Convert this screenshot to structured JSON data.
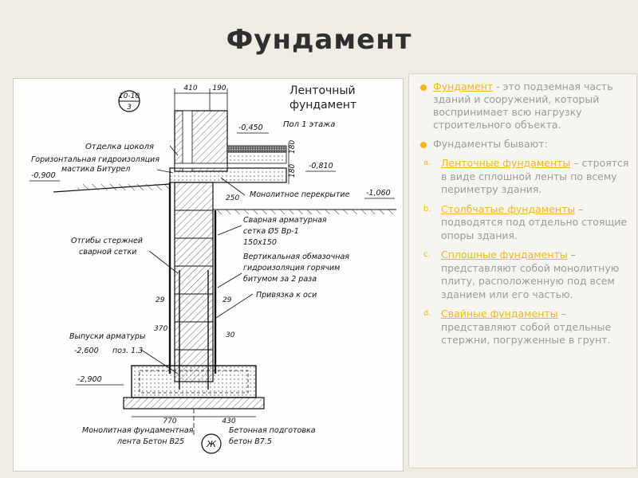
{
  "slide": {
    "title": "Фундамент"
  },
  "drawing": {
    "caption": [
      "Ленточный",
      "фундамент"
    ],
    "section_top": "10-10",
    "section_bottom": "3",
    "dims": {
      "w410": "410",
      "w190": "190",
      "h180a": "180",
      "h180b": "180",
      "h250": "250",
      "w29l": "29",
      "w29r": "29",
      "h370": "370",
      "h30": "30",
      "w770": "770",
      "w430": "430",
      "w150": "150x150"
    },
    "levels": {
      "l0450": "-0,450",
      "l0810": "-0,810",
      "l0900": "-0,900",
      "l1060": "-1,060",
      "l2600": "-2,600",
      "l2900": "-2,900"
    },
    "labels": {
      "floor": "Пол 1 этажа",
      "plinth": "Отделка цоколя",
      "hydro1": "Горизонтальная гидроизоляция",
      "hydro2": "мастика Битурел",
      "slab": "Монолитное перекрытие",
      "mesh1": "Сварная арматурная",
      "mesh2": "сетка Ø5 Вр-1",
      "bends1": "Отгибы стержней",
      "bends2": "сварной сетки",
      "vert1": "Вертикальная обмазочная",
      "vert2": "гидроизоляция горячим",
      "vert3": "битумом за 2 раза",
      "axis": "Привязка к оси",
      "rebar1": "Выпуски арматуры",
      "rebar2": "поз. 1.3",
      "tape1": "Монолитная фундаментная",
      "tape2": "лента Бетон В25",
      "prep1": "Бетонная подготовка",
      "prep2": "бетон В7.5",
      "axis_letter": "Ж"
    }
  },
  "panel": {
    "intro": {
      "term": "Фундамент",
      "text": " - это подземная часть зданий и сооружений, который воспринимает всю нагрузку строительного объекта."
    },
    "types_heading": "Фундаменты бывают:",
    "types": [
      {
        "marker": "a.",
        "term": "Ленточные фундаменты",
        "text": " – строятся в виде сплошной ленты по всему периметру здания."
      },
      {
        "marker": "b.",
        "term": "Столбчатые фундаменты",
        "text": " – подводятся под отдельно стоящие опоры здания."
      },
      {
        "marker": "c.",
        "term": "Сплошные фундаменты",
        "text": " – представляют собой монолитную плиту, расположенную под всем зданием или его частью."
      },
      {
        "marker": "d.",
        "term": "Свайные фундаменты",
        "text": " – представляют собой отдельные стержни, погруженные в грунт."
      }
    ]
  },
  "colors": {
    "accent": "#f0b81b",
    "body_text": "#9b9b93",
    "background": "#efece3"
  }
}
